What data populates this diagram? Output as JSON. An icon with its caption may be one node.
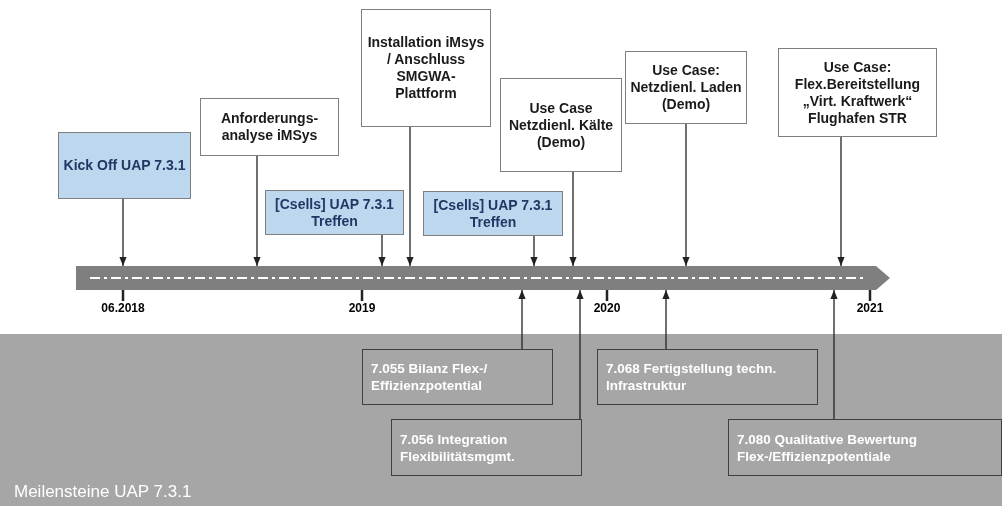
{
  "diagram": {
    "nodes": [
      {
        "text": [
          "Kick Off UAP 7.3.1"
        ]
      },
      {
        "text": [
          "Anforderungs- analyse iMSys"
        ]
      },
      {
        "text": [
          "Installation iMsys / Anschluss SMGWA- Plattform"
        ]
      },
      {
        "text": [
          "[Csells] UAP 7.3.1 Treffen"
        ]
      },
      {
        "text": [
          "[Csells] UAP 7.3.1 Treffen"
        ]
      },
      {
        "text": [
          "Use Case Netzdienl. Kälte (Demo)"
        ]
      },
      {
        "text": [
          "Use Case: Netzdienl. Laden (Demo)"
        ]
      },
      {
        "text": [
          "Use Case: Flex.Bereitstellung „Virt. Kraftwerk“ Flughafen STR"
        ]
      },
      {
        "text": [],
        "shape": "bar"
      },
      {
        "text": [
          "Meilensteine UAP 7.3.1"
        ]
      },
      {
        "text": [
          "7.055 Bilanz Flex-/ Effizienzpotential"
        ],
        "in": 9
      },
      {
        "text": [
          "7.056 Integration Flexibilitätsmgmt."
        ],
        "in": 9
      },
      {
        "text": [
          "7.068 Fertigstellung techn. Infrastruktur"
        ],
        "in": 9
      },
      {
        "text": [
          "7.080 Qualitative Bewertung Flex-/Effizienzpotentiale"
        ],
        "in": 9
      }
    ],
    "edges": [
      {
        "from": 0,
        "to": 8,
        "arrow": "to"
      },
      {
        "from": 1,
        "to": 8,
        "arrow": "to"
      },
      {
        "from": 2,
        "to": 8,
        "arrow": "to"
      },
      {
        "from": 3,
        "to": 8,
        "arrow": "to"
      },
      {
        "from": 4,
        "to": 8,
        "arrow": "to"
      },
      {
        "from": 5,
        "to": 8,
        "arrow": "to"
      },
      {
        "from": 6,
        "to": 8,
        "arrow": "to"
      },
      {
        "from": 7,
        "to": 8,
        "arrow": "to"
      },
      {
        "from": 10,
        "to": 8,
        "arrow": "to"
      },
      {
        "from": 11,
        "to": 8,
        "arrow": "to"
      },
      {
        "from": 12,
        "to": 8,
        "arrow": "to"
      },
      {
        "from": 13,
        "to": 8,
        "arrow": "to"
      }
    ],
    "labels": [
      "06.2018",
      "2019",
      "2020",
      "2021"
    ]
  }
}
